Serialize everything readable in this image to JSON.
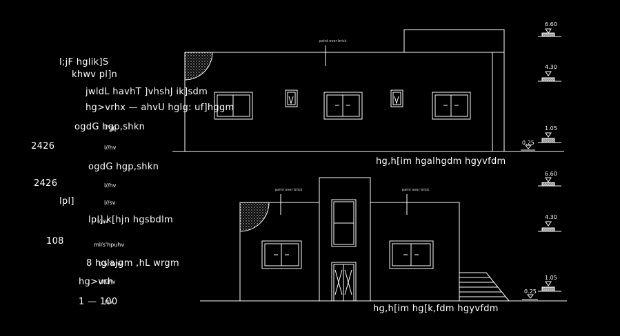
{
  "left_notes": [
    "l;jF hglik]S",
    "khwv pl]n",
    "jwldL havhT ]vhshJ ik]sdm",
    "hg>vrhx —   ahvU hglg: uf]hggm",
    "ogdG hgp,shkn",
    "2426",
    "ogdG hgp,shkn",
    "2426",
    "lpl]",
    "lpl],k[hjn hgsbdlm",
    "108",
    "8   hglajgm ,hL wrgm",
    "hg>vrh",
    "1   —   100"
  ],
  "left_small": [
    "l/'gp",
    "l//hv",
    "l//hv",
    "l//sv",
    "l//sv",
    "ml/s'hpuhv",
    "0.5l'luhv",
    "l'ltuhv",
    "Jsv"
  ],
  "top_elevation": {
    "title": "hg,h[im hgalhgdm hgyvfdm",
    "note": "paint over brick",
    "levels": [
      "6.60",
      "4.30",
      "1.05",
      "0.25"
    ]
  },
  "bottom_elevation": {
    "title": "hg,h[im hg[k,fdm hgyvfdm",
    "notes": [
      "paint over brick",
      "paint over brick"
    ],
    "levels": [
      "6.60",
      "4.30",
      "1.05",
      "0.25"
    ]
  }
}
